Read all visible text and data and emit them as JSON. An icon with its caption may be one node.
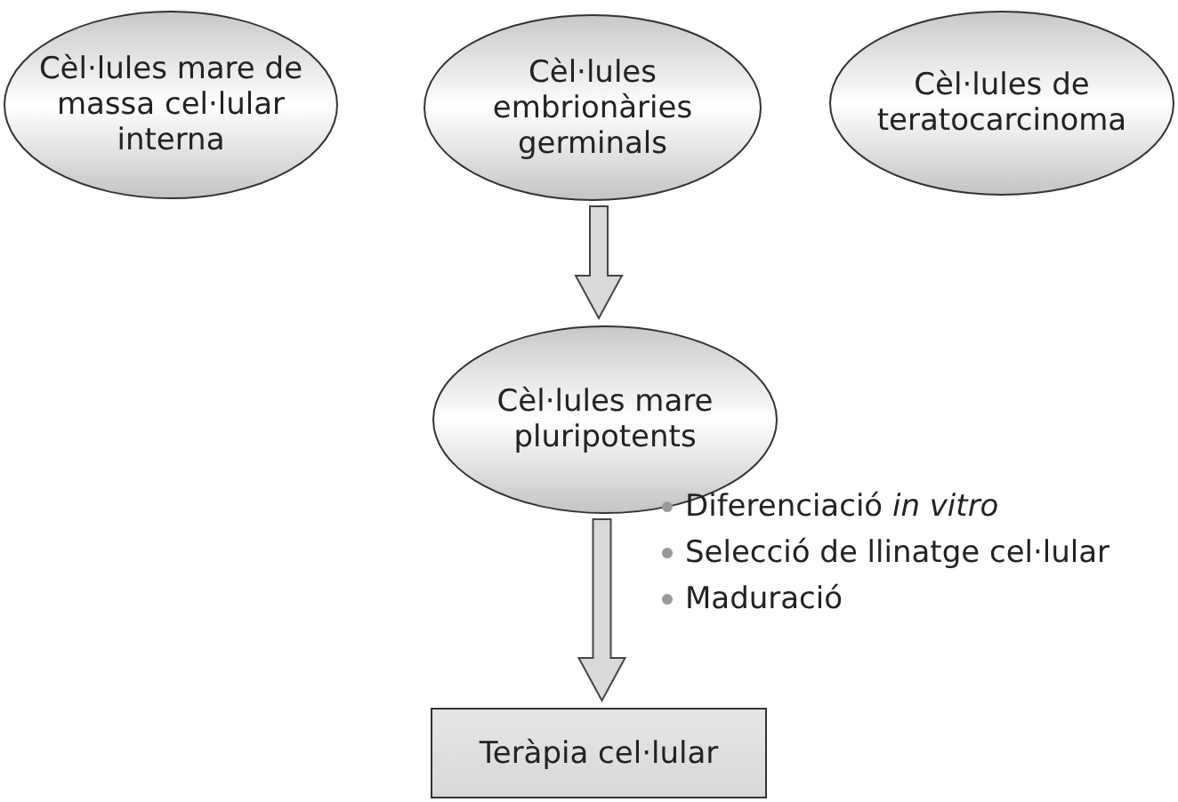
{
  "diagram": {
    "nodes": [
      {
        "text": [
          "Cèl·lules mare de massa cel·lular interna"
        ]
      },
      {
        "text": [
          "Cèl·lules embrionàries germinals"
        ]
      },
      {
        "text": [
          "Cèl·lules de teratocarcinoma"
        ]
      },
      {
        "text": [
          "Cèl·lules mare pluripotents"
        ]
      },
      {
        "text": [
          "Teràpia cel·lular"
        ]
      }
    ],
    "edges": [
      {
        "from": 1,
        "to": 3,
        "arrow": "to"
      },
      {
        "from": 3,
        "to": 4,
        "arrow": "to"
      }
    ],
    "labels": [
      "Diferenciació *in vitro*",
      "Selecció de llinatge cel·lular",
      "Maduració"
    ]
  }
}
